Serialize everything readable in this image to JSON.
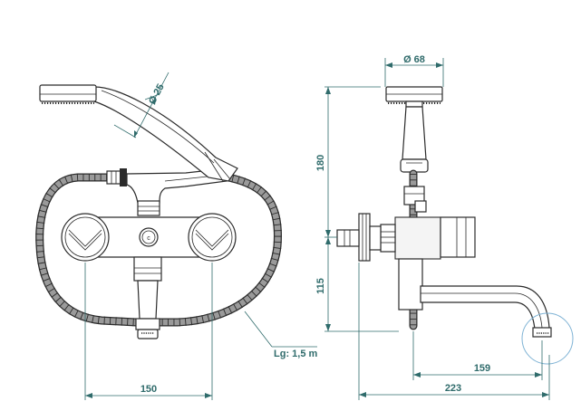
{
  "dimensions": {
    "handshower_diameter": "25",
    "head_diameter": "68",
    "height_upper": "180",
    "height_lower": "115",
    "hose_length": "Lg: 1,5 m",
    "spacing": "150",
    "spout_reach": "159",
    "total_depth": "223"
  },
  "symbols": {
    "diameter": "Ø"
  },
  "colors": {
    "dimension_line": "#2f6b6b",
    "outline": "#2b2b2b",
    "hose_fill": "#9a9a9a",
    "highlight_circle": "#7fb3d5"
  }
}
